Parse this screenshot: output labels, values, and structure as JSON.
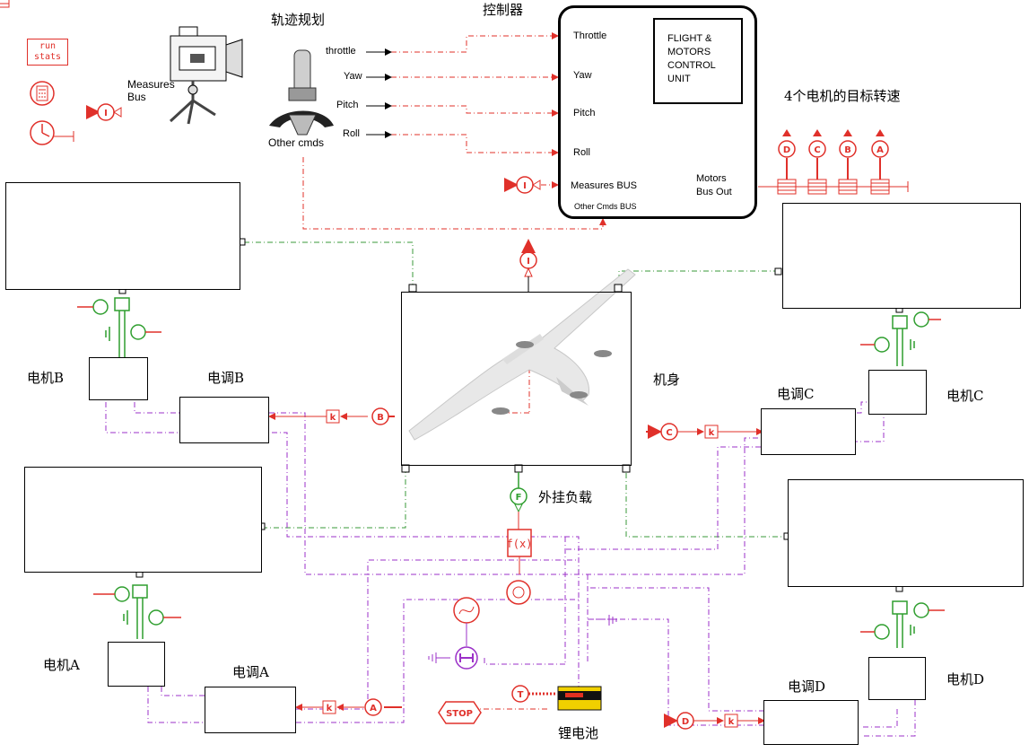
{
  "colors": {
    "signal_red": "#e0302a",
    "mech_green": "#2e9e2e",
    "elec_purple": "#9b30c8",
    "bus_green": "#3a9a3a",
    "line_black": "#000000"
  },
  "toolbar": {
    "run_stats": "run\nstats",
    "calculator_icon": "calculator-icon",
    "clock_icon": "clock-icon"
  },
  "top_labels": {
    "trajectory_planning": "轨迹规划",
    "controller": "控制器",
    "target_speeds": "4个电机的目标转速"
  },
  "sensors": {
    "measures_bus": "Measures\nBus"
  },
  "joystick": {
    "inputs": [
      "throttle",
      "Yaw",
      "Pitch",
      "Roll"
    ],
    "other_cmds": "Other cmds"
  },
  "controller": {
    "ports_in": [
      "Throttle",
      "Yaw",
      "Pitch",
      "Roll",
      "Measures BUS",
      "Other Cmds BUS"
    ],
    "unit_title": "FLIGHT &\nMOTORS\nCONTROL\nUNIT",
    "port_out": "Motors\nBus Out"
  },
  "outputs": {
    "motor_tags": [
      "D",
      "C",
      "B",
      "A"
    ]
  },
  "components": {
    "fuselage": "机身",
    "payload": "外挂负载",
    "battery": "锂电池",
    "motor_a": "电机A",
    "motor_b": "电机B",
    "motor_c": "电机C",
    "motor_d": "电机D",
    "esc_a": "电调A",
    "esc_b": "电调B",
    "esc_c": "电调C",
    "esc_d": "电调D"
  },
  "port_tags": {
    "measure": "I",
    "force": "F",
    "stop": "STOP",
    "temperature": "T",
    "gain": "k",
    "tag_a": "A",
    "tag_b": "B",
    "tag_c": "C",
    "tag_d": "D"
  }
}
